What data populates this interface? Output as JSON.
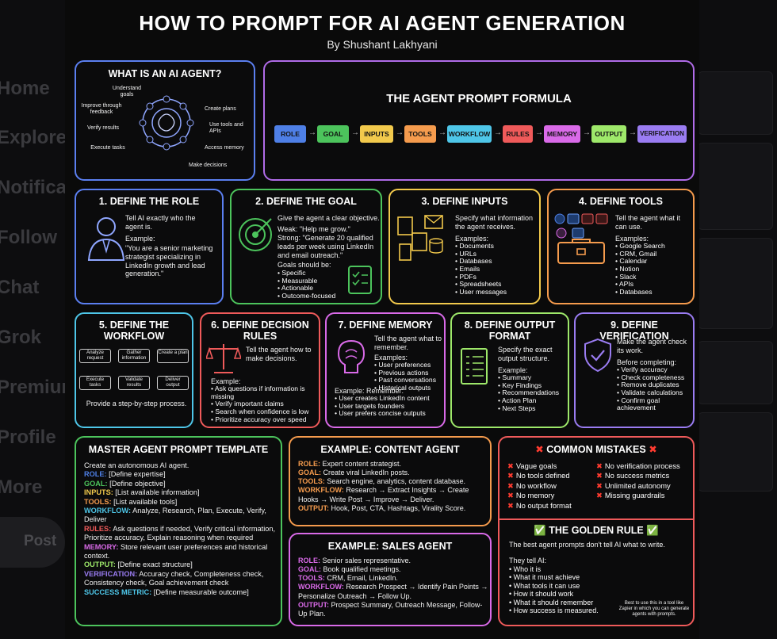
{
  "background": {
    "nav": [
      "Home",
      "Explore",
      "Notifications",
      "Follow",
      "Chat",
      "Grok",
      "Premium",
      "Profile",
      "More"
    ],
    "post_button": "Post"
  },
  "header": {
    "title": "HOW TO PROMPT FOR AI AGENT GENERATION",
    "byline": "By Shushant Lakhyani"
  },
  "what_is": {
    "title": "WHAT IS AN AI AGENT?",
    "left": [
      "Understand goals",
      "Improve through feedback",
      "Verify results",
      "Execute tasks"
    ],
    "right": [
      "Create plans",
      "Use tools and APIs",
      "Access memory",
      "Make decisions"
    ]
  },
  "formula": {
    "title": "THE AGENT PROMPT FORMULA",
    "steps": [
      "ROLE",
      "GOAL",
      "INPUTS",
      "TOOLS",
      "WORKFLOW",
      "RULES",
      "MEMORY",
      "OUTPUT",
      "VERIFICATION"
    ],
    "colors": [
      "#4e7fe6",
      "#4cc45c",
      "#f2c94c",
      "#f59b4d",
      "#4ec6e8",
      "#ef5a5a",
      "#d96ae8",
      "#9ee86a",
      "#9a7cf2"
    ]
  },
  "role": {
    "title": "1. DEFINE THE ROLE",
    "text": "Tell AI exactly who the agent is.",
    "example_label": "Example:",
    "example": "\"You are a senior marketing strategist specializing in LinkedIn growth and lead generation.\""
  },
  "goal": {
    "title": "2. DEFINE THE GOAL",
    "text": "Give the agent a clear objective.",
    "weak": "Weak: \"Help me grow.\"",
    "strong": "Strong: \"Generate 20 qualified leads per week using LinkedIn and email outreach.\"",
    "should_be": "Goals should be:",
    "items": [
      "Specific",
      "Measurable",
      "Actionable",
      "Outcome-focused"
    ]
  },
  "inputs": {
    "title": "3. DEFINE INPUTS",
    "text": "Specify what information the agent receives.",
    "examples_label": "Examples:",
    "items": [
      "Documents",
      "URLs",
      "Databases",
      "Emails",
      "PDFs",
      "Spreadsheets",
      "User messages"
    ]
  },
  "tools": {
    "title": "4. DEFINE TOOLS",
    "text": "Tell the agent what it can use.",
    "examples_label": "Examples:",
    "items": [
      "Google Search",
      "CRM, Gmail",
      "Calendar",
      "Notion",
      "Slack",
      "APIs",
      "Databases"
    ]
  },
  "workflow": {
    "title": "5. DEFINE THE WORKFLOW",
    "steps": [
      "Analyze request",
      "Gather information",
      "Create a plan",
      "Execute tasks",
      "Validate results",
      "Deliver output"
    ],
    "caption": "Provide a step-by-step process."
  },
  "rules": {
    "title": "6. DEFINE DECISION RULES",
    "text": "Tell the agent how to make decisions.",
    "example_label": "Example:",
    "items": [
      "Ask questions if information is missing",
      "Verify important claims",
      "Search when confidence is low",
      "Prioritize accuracy over speed"
    ]
  },
  "memory": {
    "title": "7. DEFINE MEMORY",
    "text": "Tell the agent what to remember.",
    "examples_label": "Examples:",
    "items": [
      "User preferences",
      "Previous actions",
      "Past conversations",
      "Historical outputs"
    ],
    "remember_label": "Example: Remember:",
    "remember": [
      "User creates LinkedIn content",
      "User targets founders",
      "User prefers concise outputs"
    ]
  },
  "output": {
    "title": "8. DEFINE OUTPUT FORMAT",
    "text": "Specify the exact output structure.",
    "example_label": "Example:",
    "items": [
      "Summary",
      "Key Findings",
      "Recommendations",
      "Action Plan",
      "Next Steps"
    ]
  },
  "verification": {
    "title": "9. DEFINE VERIFICATION",
    "text": "Make the agent check its work.",
    "before_label": "Before completing:",
    "items": [
      "Verify accuracy",
      "Check completeness",
      "Remove duplicates",
      "Validate calculations",
      "Confirm goal achievement"
    ]
  },
  "template": {
    "title": "MASTER AGENT PROMPT TEMPLATE",
    "intro": "Create an autonomous AI agent.",
    "lines": [
      {
        "k": "ROLE:",
        "v": " [Define expertise]"
      },
      {
        "k": "GOAL:",
        "v": " [Define objective]"
      },
      {
        "k": "INPUTS:",
        "v": " [List available information]"
      },
      {
        "k": "TOOLS:",
        "v": " [List available tools]"
      },
      {
        "k": "WORKFLOW:",
        "v": " Analyze, Research, Plan, Execute, Verify, Deliver"
      },
      {
        "k": "RULES:",
        "v": " Ask questions if needed, Verify critical information, Prioritize accuracy, Explain reasoning when required"
      },
      {
        "k": "MEMORY:",
        "v": " Store relevant user preferences and historical context."
      },
      {
        "k": "OUTPUT:",
        "v": " [Define exact structure]"
      },
      {
        "k": "VERIFICATION:",
        "v": " Accuracy check, Completeness check, Consistency check, Goal achievement check"
      },
      {
        "k": "SUCCESS METRIC:",
        "v": " [Define measurable outcome]"
      }
    ]
  },
  "content_agent": {
    "title": "EXAMPLE: CONTENT AGENT",
    "lines": [
      {
        "k": "ROLE:",
        "v": " Expert content strategist."
      },
      {
        "k": "GOAL:",
        "v": " Create viral LinkedIn posts."
      },
      {
        "k": "TOOLS:",
        "v": " Search engine, analytics, content database."
      },
      {
        "k": "WORKFLOW:",
        "v": " Research → Extract Insights → Create Hooks → Write Post → Improve → Deliver."
      },
      {
        "k": "OUTPUT:",
        "v": " Hook, Post, CTA, Hashtags, Virality Score."
      }
    ]
  },
  "sales_agent": {
    "title": "EXAMPLE: SALES AGENT",
    "lines": [
      {
        "k": "ROLE:",
        "v": " Senior sales representative."
      },
      {
        "k": "GOAL:",
        "v": " Book qualified meetings."
      },
      {
        "k": "TOOLS:",
        "v": " CRM, Email, LinkedIn."
      },
      {
        "k": "WORKFLOW:",
        "v": " Research Prospect → Identify Pain Points → Personalize Outreach → Follow Up."
      },
      {
        "k": "OUTPUT:",
        "v": " Prospect Summary, Outreach Message, Follow-Up Plan."
      }
    ]
  },
  "mistakes": {
    "title": "COMMON MISTAKES",
    "left": [
      "Vague goals",
      "No tools defined",
      "No workflow",
      "No memory",
      "No output format"
    ],
    "right": [
      "No verification process",
      "No success metrics",
      "Unlimited autonomy",
      "Missing guardrails"
    ]
  },
  "golden": {
    "title": "THE GOLDEN RULE",
    "lead": "The best agent prompts don't tell AI what to write.",
    "they_tell": "They tell AI:",
    "items": [
      "Who it is",
      "What it must achieve",
      "What tools it can use",
      "How it should work",
      "What it should remember",
      "How success is measured."
    ],
    "note": "Best to use this in a tool like Zapier in which you can generate agents with prompts."
  }
}
